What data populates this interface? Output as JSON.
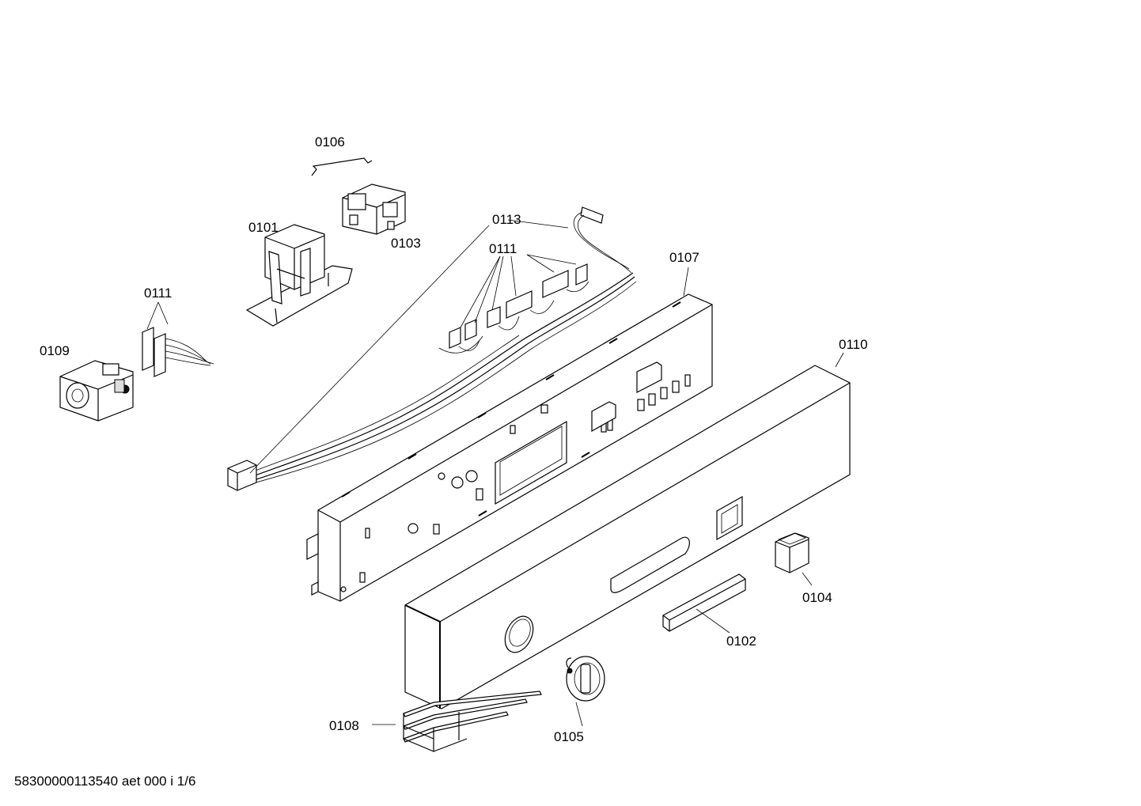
{
  "labels": {
    "p0106": "0106",
    "p0101": "0101",
    "p0103": "0103",
    "p0113": "0113",
    "p0111a": "0111",
    "p0111b": "0111",
    "p0107": "0107",
    "p0109": "0109",
    "p0110": "0110",
    "p0104": "0104",
    "p0102": "0102",
    "p0108": "0108",
    "p0105": "0105"
  },
  "footer": "58300000113540 aet 000 i 1/6"
}
